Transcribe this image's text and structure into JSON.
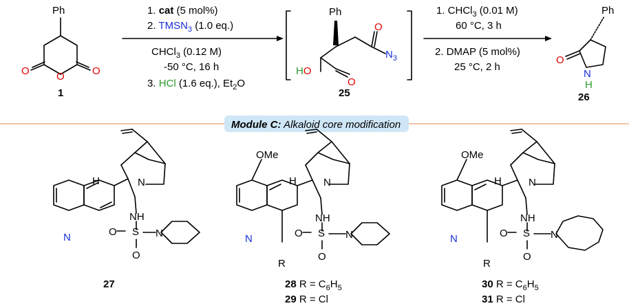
{
  "step1": {
    "line1_prefix": "1. ",
    "line1_bold": "cat",
    "line1_suffix": " (5 mol%)",
    "line2_prefix": "2. ",
    "line2_reagent": "TMSN",
    "line2_sub": "3",
    "line2_suffix": " (1.0 eq.)",
    "line3_pre": "CHCl",
    "line3_sub": "3",
    "line3_post": " (0.12 M)",
    "line4": "-50 °C, 16 h",
    "line5_prefix": "3. ",
    "line5_reagent": "HCl",
    "line5_suffix": " (1.6 eq.), Et",
    "line5_sub": "2",
    "line5_end": "O"
  },
  "step2": {
    "line1_pre": "1. CHCl",
    "line1_sub": "3",
    "line1_post": " (0.01 M)",
    "line2": "60 °C, 3 h",
    "line3": "2. DMAP (5 mol%)",
    "line4": "25 °C, 2 h"
  },
  "compounds": {
    "c1": "1",
    "c25": "25",
    "c26": "26",
    "c27": "27",
    "c28_num": "28",
    "c28_text": " R = C",
    "c28_sub": "6",
    "c28_h": "H",
    "c28_sub2": "5",
    "c29_num": "29",
    "c29_text": " R = Cl",
    "c30_num": "30",
    "c30_text": " R = C",
    "c30_sub": "6",
    "c30_h": "H",
    "c30_sub2": "5",
    "c31_num": "31",
    "c31_text": " R = Cl"
  },
  "module": {
    "bold_part": "Module C:",
    "rest": " Alkaloid core modification",
    "bg_color": "#cfe6f7"
  },
  "atoms": {
    "ph": "Ph",
    "o": "O",
    "n": "N",
    "h": "H",
    "ho_h": "H",
    "ho_o": "O",
    "n3": "N",
    "n3_sub": "3",
    "nh": "NH",
    "ome": "OMe",
    "s": "S",
    "r": "R"
  },
  "colors": {
    "oxygen": "#e00000",
    "nitrogen": "#1a2fd6",
    "hydrogen_green": "#2a9a2a",
    "divider": "#f0a070"
  }
}
